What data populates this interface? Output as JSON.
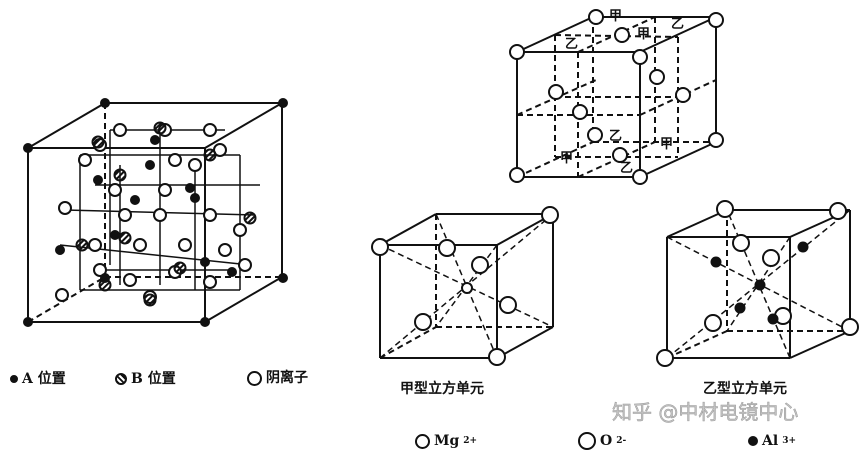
{
  "legend_left": {
    "a_site": "A 位置",
    "b_site": "B 位置",
    "anion": "阴离子"
  },
  "top_cube_labels": {
    "jia": "甲",
    "yi": "乙"
  },
  "captions": {
    "jia_cube": "甲型立方单元",
    "yi_cube": "乙型立方单元"
  },
  "legend_right": {
    "mg": "Mg",
    "mg_charge": "2+",
    "o": "O",
    "o_charge": "2-",
    "al": "Al",
    "al_charge": "3+"
  },
  "watermark": "知乎 @中材电镜中心",
  "colors": {
    "line": "#111111",
    "background": "#ffffff"
  }
}
